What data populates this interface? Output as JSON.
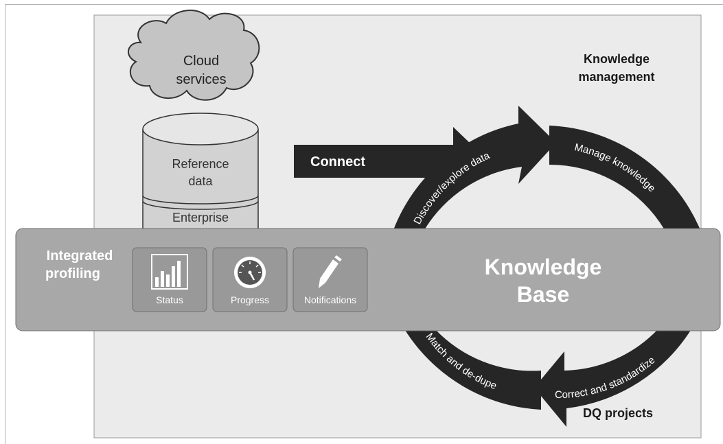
{
  "cloud": {
    "line1": "Cloud",
    "line2": "services"
  },
  "database": {
    "reference_line1": "Reference",
    "reference_line2": "data",
    "enterprise": "Enterprise"
  },
  "connect_label": "Connect",
  "knowledge_management": {
    "line1": "Knowledge",
    "line2": "management"
  },
  "cycle": {
    "discover": "Discover/explore data",
    "manage": "Manage knowledge",
    "correct": "Correct and standardize",
    "match": "Match and de-dupe"
  },
  "dq_projects": "DQ projects",
  "band": {
    "integrated_line1": "Integrated",
    "integrated_line2": "profiling",
    "kb_line1": "Knowledge",
    "kb_line2": "Base"
  },
  "tiles": [
    {
      "label": "Status",
      "icon": "bar-chart-icon"
    },
    {
      "label": "Progress",
      "icon": "gauge-icon"
    },
    {
      "label": "Notifications",
      "icon": "pencil-icon"
    }
  ],
  "colors": {
    "panel": "#ebebeb",
    "band": "#a8a8a8",
    "arrow": "#262626",
    "tile": "#999999"
  }
}
